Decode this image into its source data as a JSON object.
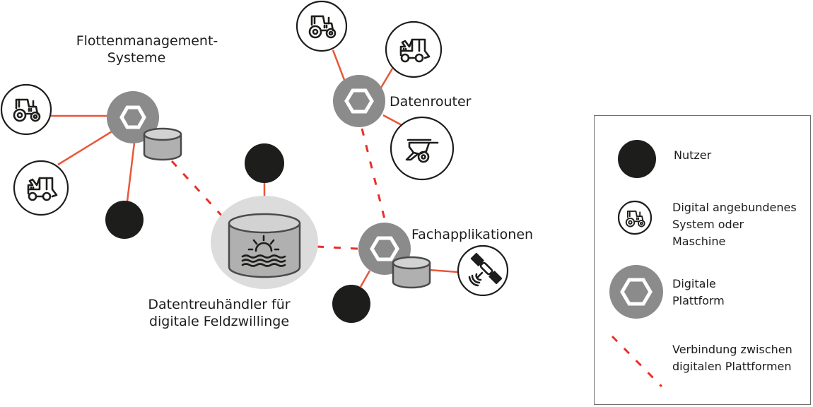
{
  "diagram": {
    "title_labels": {
      "fleet_management": [
        "Flottenmanagement-",
        "Systeme"
      ],
      "data_router": "Datenrouter",
      "specialist_apps": "Fachapplikationen",
      "data_trustee": [
        "Datentreuhändler für",
        "digitale Feldzwillinge"
      ]
    },
    "nodes": [
      {
        "id": "fleet-platform",
        "type": "digital-platform",
        "label": "Flottenmanagement-Systeme",
        "has_database": true
      },
      {
        "id": "router-platform",
        "type": "digital-platform",
        "label": "Datenrouter",
        "has_database": false
      },
      {
        "id": "apps-platform",
        "type": "digital-platform",
        "label": "Fachapplikationen",
        "has_database": true
      },
      {
        "id": "trustee",
        "type": "data-trustee-store",
        "label": "Datentreuhändler für digitale Feldzwillinge",
        "icon": "sun-over-water-icon"
      },
      {
        "id": "fleet-tractor",
        "type": "machine",
        "icon": "tractor-icon"
      },
      {
        "id": "fleet-harvester",
        "type": "machine",
        "icon": "combine-harvester-icon"
      },
      {
        "id": "router-tractor",
        "type": "machine",
        "icon": "tractor-icon"
      },
      {
        "id": "router-harvester",
        "type": "machine",
        "icon": "combine-harvester-icon"
      },
      {
        "id": "router-seeder",
        "type": "machine",
        "icon": "seed-drill-icon"
      },
      {
        "id": "apps-satellite",
        "type": "machine",
        "icon": "satellite-icon"
      },
      {
        "id": "fleet-user",
        "type": "user"
      },
      {
        "id": "trustee-user",
        "type": "user"
      },
      {
        "id": "apps-user",
        "type": "user"
      }
    ],
    "edges": [
      {
        "from": "fleet-platform",
        "to": "fleet-tractor",
        "style": "solid"
      },
      {
        "from": "fleet-platform",
        "to": "fleet-harvester",
        "style": "solid"
      },
      {
        "from": "fleet-platform",
        "to": "fleet-user",
        "style": "solid"
      },
      {
        "from": "router-platform",
        "to": "router-tractor",
        "style": "solid"
      },
      {
        "from": "router-platform",
        "to": "router-harvester",
        "style": "solid"
      },
      {
        "from": "router-platform",
        "to": "router-seeder",
        "style": "solid"
      },
      {
        "from": "apps-platform",
        "to": "apps-satellite",
        "style": "solid"
      },
      {
        "from": "apps-platform",
        "to": "apps-user",
        "style": "solid"
      },
      {
        "from": "trustee",
        "to": "trustee-user",
        "style": "solid"
      },
      {
        "from": "fleet-platform",
        "to": "trustee",
        "style": "dashed"
      },
      {
        "from": "trustee",
        "to": "apps-platform",
        "style": "dashed"
      },
      {
        "from": "router-platform",
        "to": "apps-platform",
        "style": "dashed"
      }
    ]
  },
  "legend": {
    "items": [
      {
        "symbol": "user-dot",
        "lines": [
          "Nutzer"
        ]
      },
      {
        "symbol": "machine-ring",
        "lines": [
          "Digital angebundenes",
          "System oder",
          "Maschine"
        ]
      },
      {
        "symbol": "digital-platform",
        "lines": [
          "Digitale",
          "Plattform"
        ]
      },
      {
        "symbol": "dashed-connection",
        "lines": [
          "Verbindung zwischen",
          "digitalen Plattformen"
        ]
      }
    ]
  },
  "colors": {
    "connection_line": "#e8573a",
    "dashed_connection": "#e8302a",
    "platform": "#8b8b8b",
    "user": "#1d1d1b",
    "trustee_halo": "#dcdcdc"
  }
}
